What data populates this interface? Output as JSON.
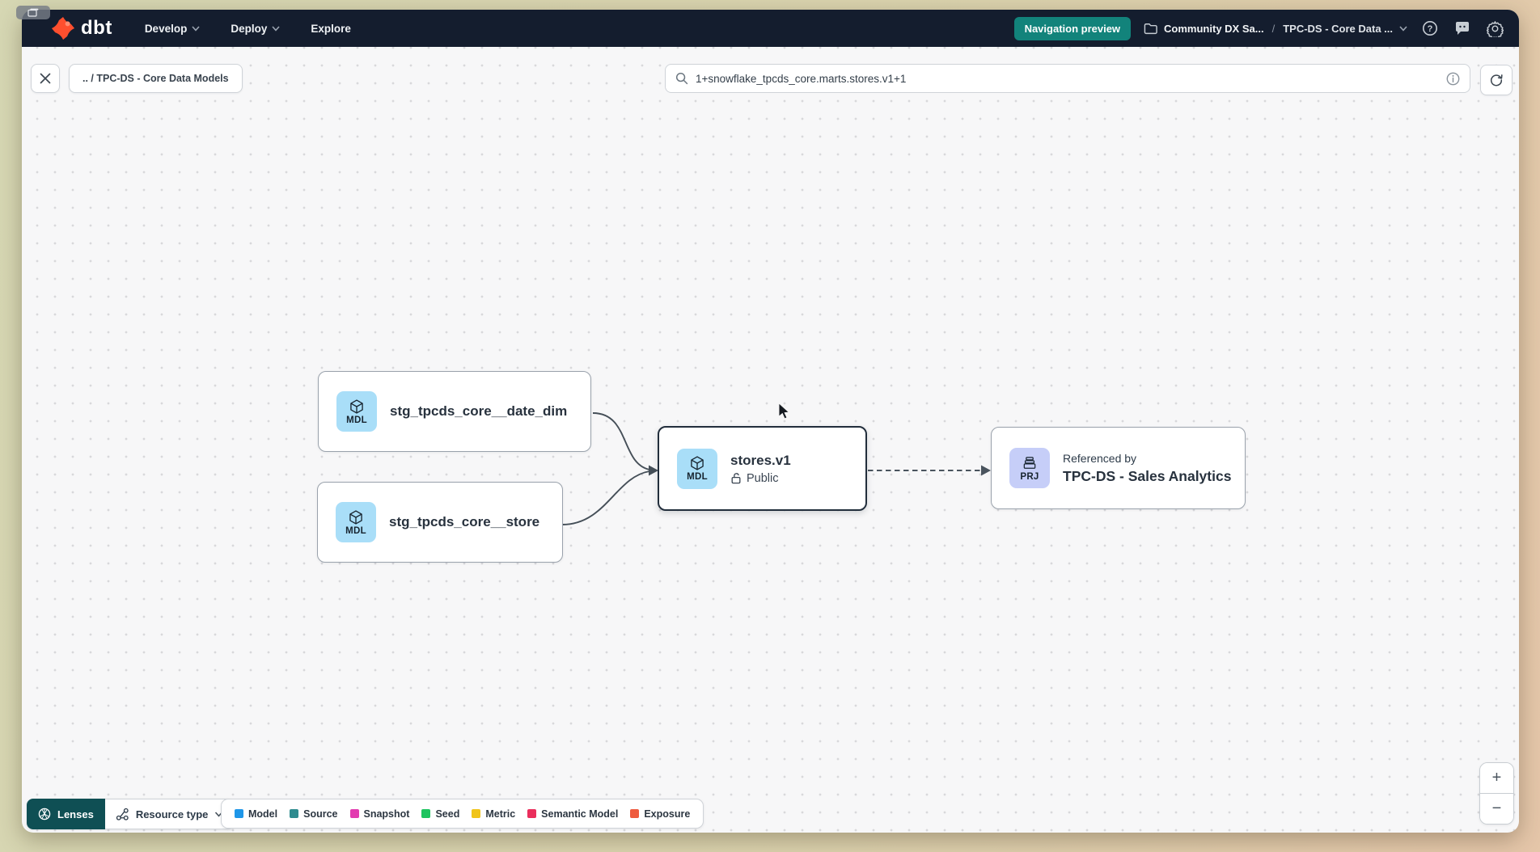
{
  "nav": {
    "logo": "dbt",
    "menu": [
      {
        "label": "Develop"
      },
      {
        "label": "Deploy"
      },
      {
        "label": "Explore"
      }
    ],
    "preview_badge": "Navigation preview",
    "account": "Community DX Sa...",
    "separator": "/",
    "project": "TPC-DS - Core Data ..."
  },
  "toolbar": {
    "breadcrumb": ".. / TPC-DS - Core Data Models",
    "search_value": "1+snowflake_tpcds_core.marts.stores.v1+1"
  },
  "graph": {
    "nodes": [
      {
        "badge": "MDL",
        "title": "stg_tpcds_core__date_dim"
      },
      {
        "badge": "MDL",
        "title": "stg_tpcds_core__store"
      },
      {
        "badge": "MDL",
        "title": "stores.v1",
        "access": "Public"
      },
      {
        "badge": "PRJ",
        "kicker": "Referenced by",
        "title": "TPC-DS - Sales Analytics"
      }
    ]
  },
  "footer": {
    "lenses": "Lenses",
    "resource_type": "Resource type",
    "legend": [
      {
        "label": "Model",
        "color": "#1e96e8"
      },
      {
        "label": "Source",
        "color": "#2e8b8f"
      },
      {
        "label": "Snapshot",
        "color": "#e23bb0"
      },
      {
        "label": "Seed",
        "color": "#1ec45f"
      },
      {
        "label": "Metric",
        "color": "#f0c419"
      },
      {
        "label": "Semantic Model",
        "color": "#ea2e5c"
      },
      {
        "label": "Exposure",
        "color": "#ee5b3e"
      }
    ]
  },
  "zoom_controls": {
    "zoom_in": "+",
    "zoom_out": "−"
  },
  "colors": {
    "navbar": "#141d2e",
    "accent_teal": "#12837b",
    "selected_border": "#222e3c"
  }
}
